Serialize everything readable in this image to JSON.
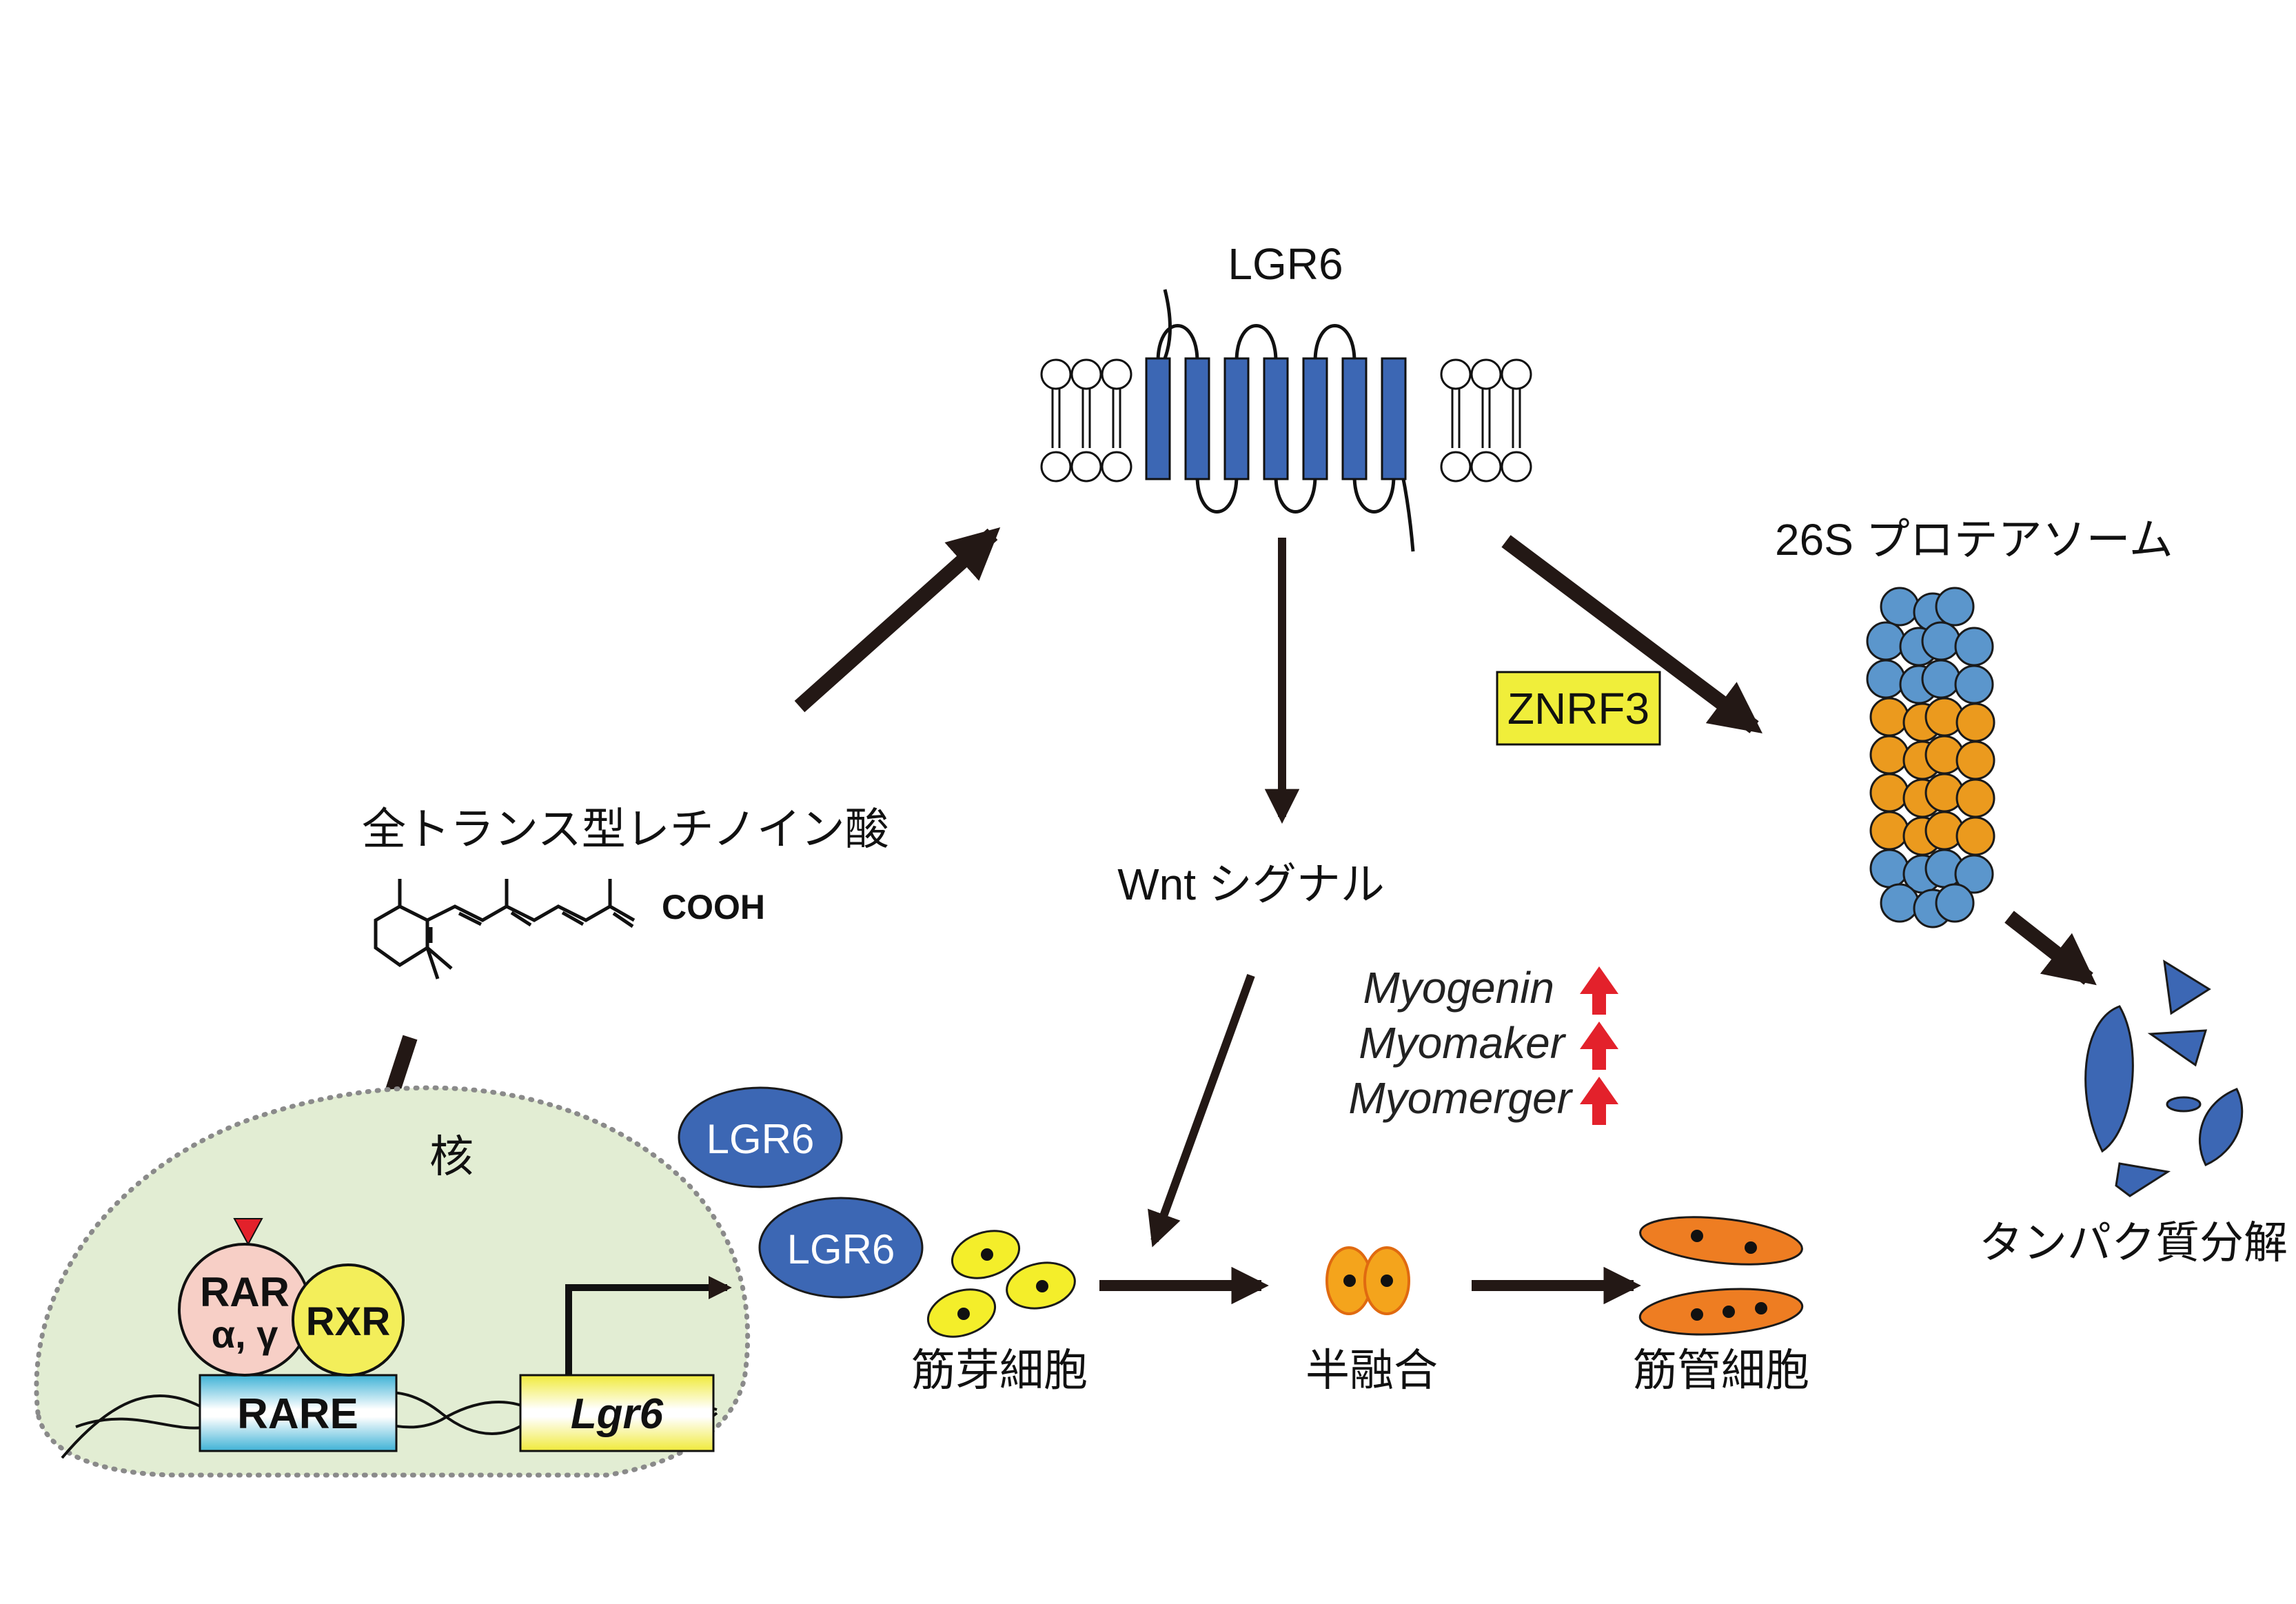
{
  "membrane": {
    "label": "LGR6"
  },
  "proteasome": {
    "label": "26S プロテアソーム"
  },
  "degradation": {
    "label": "タンパク質分解"
  },
  "znrf3": {
    "label": "ZNRF3"
  },
  "wnt": {
    "label": "Wnt シグナル"
  },
  "retinoic_acid": {
    "label": "全トランス型レチノイン酸",
    "cooh": "COOH"
  },
  "nucleus": {
    "label": "核"
  },
  "rar": {
    "line1": "RAR",
    "line2": "α, γ"
  },
  "rxr": {
    "label": "RXR"
  },
  "rare": {
    "label": "RARE"
  },
  "lgr6_gene": {
    "label": "Lgr6"
  },
  "lgr6_protein": {
    "label": "LGR6"
  },
  "genes": [
    "Myogenin",
    "Myomaker",
    "Myomerger"
  ],
  "cells": {
    "myoblast": "筋芽細胞",
    "hemifusion": "半融合",
    "myotube": "筋管細胞"
  },
  "colors": {
    "receptor_blue": "#3c67b4",
    "proteasome_blue": "#5b96cc",
    "proteasome_orange": "#eb9a1e",
    "znrf3_yellow": "#f0ee3a",
    "myoblast_yellow": "#f4ee2a",
    "hemifusion_orange": "#f4a41c",
    "myotube_orange": "#ee7d22",
    "nucleus_fill": "#e2edd3",
    "rar_pink": "#f7cfc6",
    "rxr_yellow": "#f3ee5a",
    "up_arrow_red": "#e3212b",
    "arrow_dark": "#231815"
  }
}
